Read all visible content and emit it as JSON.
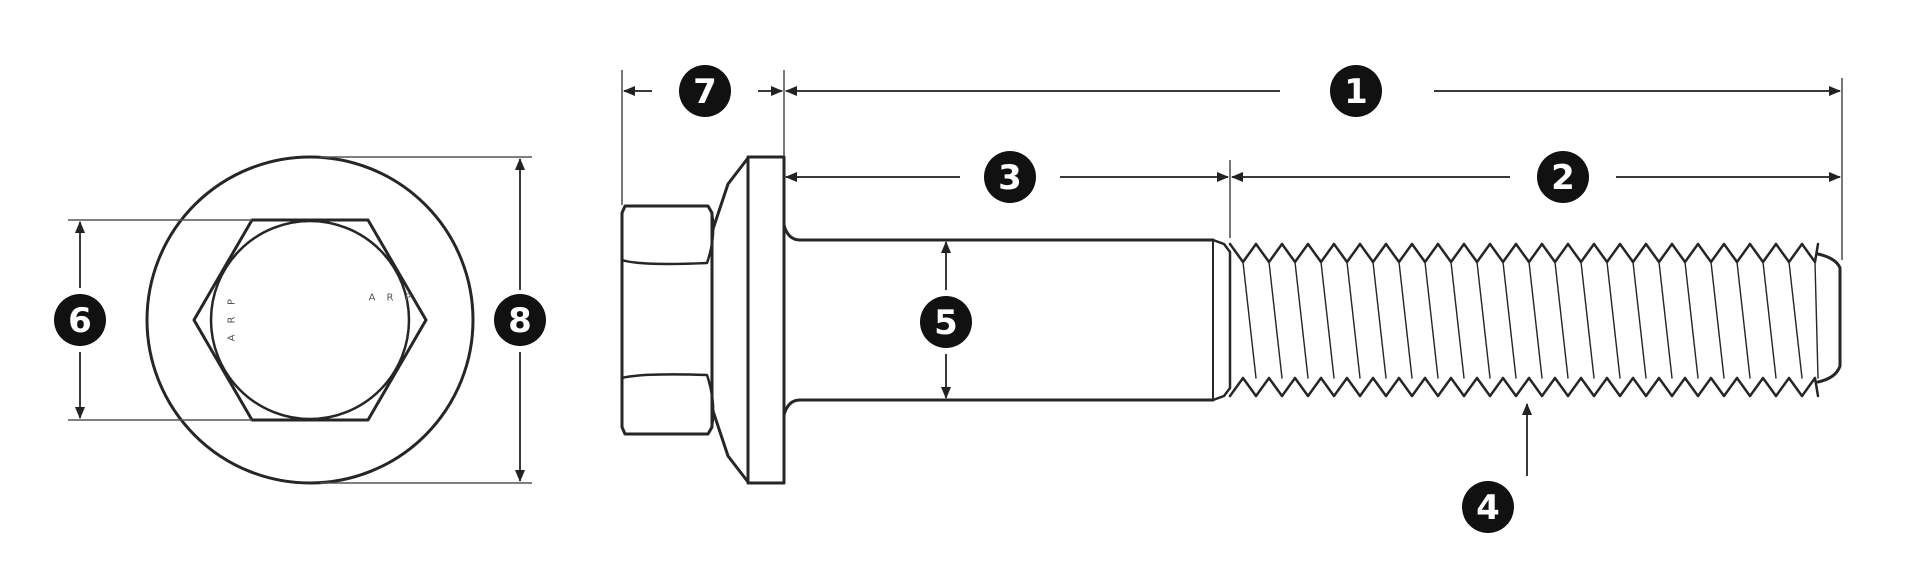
{
  "callouts": {
    "overall_length": "1",
    "thread_length": "2",
    "shank_length": "3",
    "thread_pitch": "4",
    "shank_diameter": "5",
    "hex_size": "6",
    "head_height": "7",
    "flange_diameter": "8"
  },
  "head_stamp": [
    "A",
    "R",
    "P"
  ],
  "colors": {
    "line": "#262626",
    "callout_fill": "#111111",
    "callout_text": "#ffffff"
  }
}
